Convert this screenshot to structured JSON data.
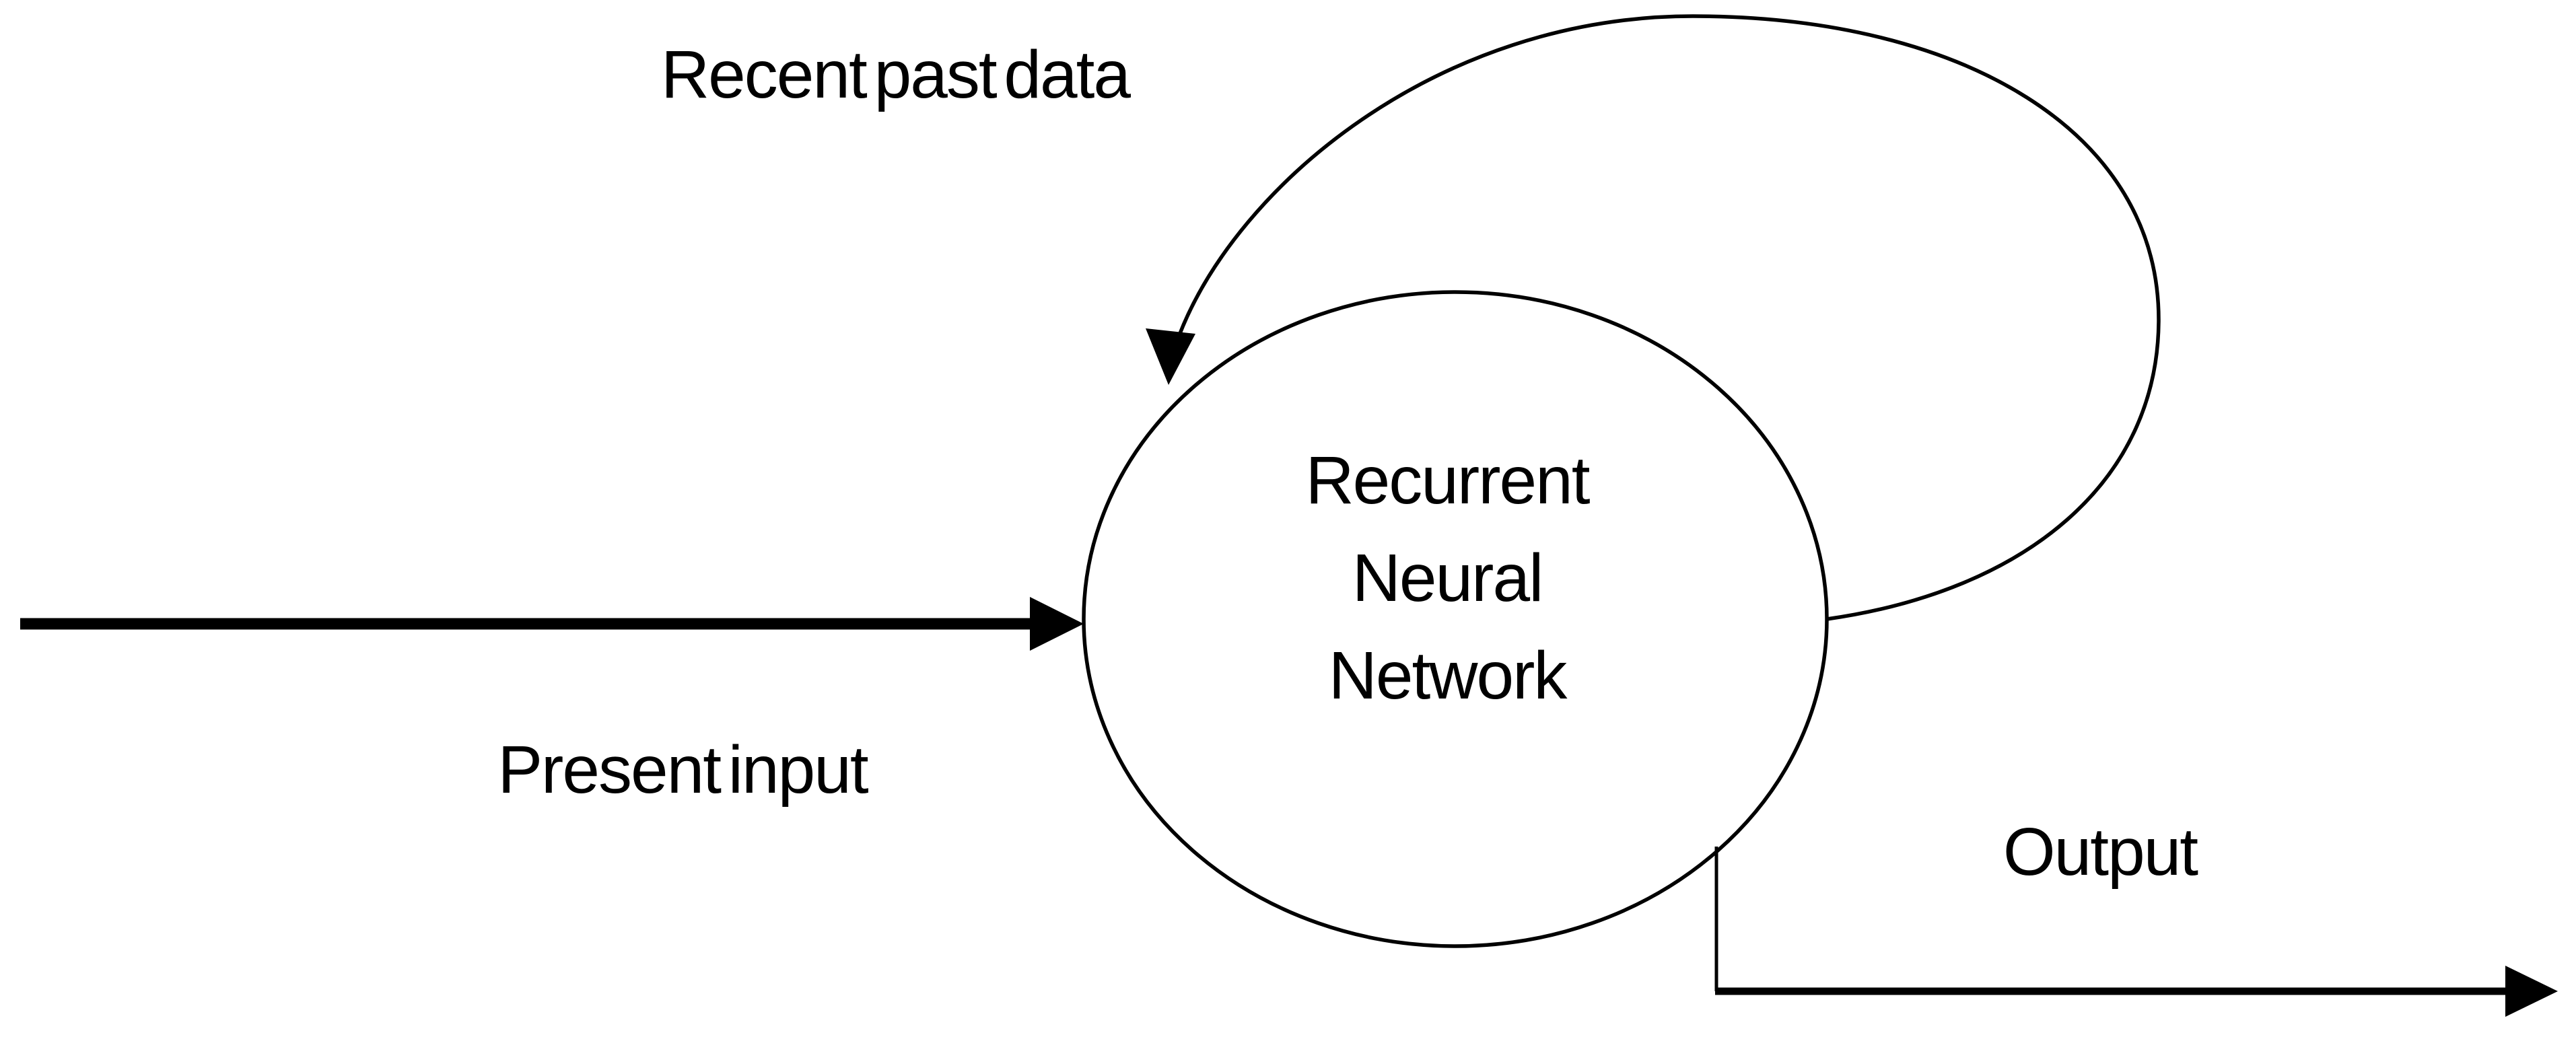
{
  "diagram": {
    "node": {
      "label_lines": [
        "Recurrent",
        "Neural",
        "Network"
      ]
    },
    "edges": {
      "input_label": "Present input",
      "feedback_label": "Recent past data",
      "output_label": "Output"
    },
    "colors": {
      "stroke": "#000000",
      "background": "#ffffff"
    }
  }
}
